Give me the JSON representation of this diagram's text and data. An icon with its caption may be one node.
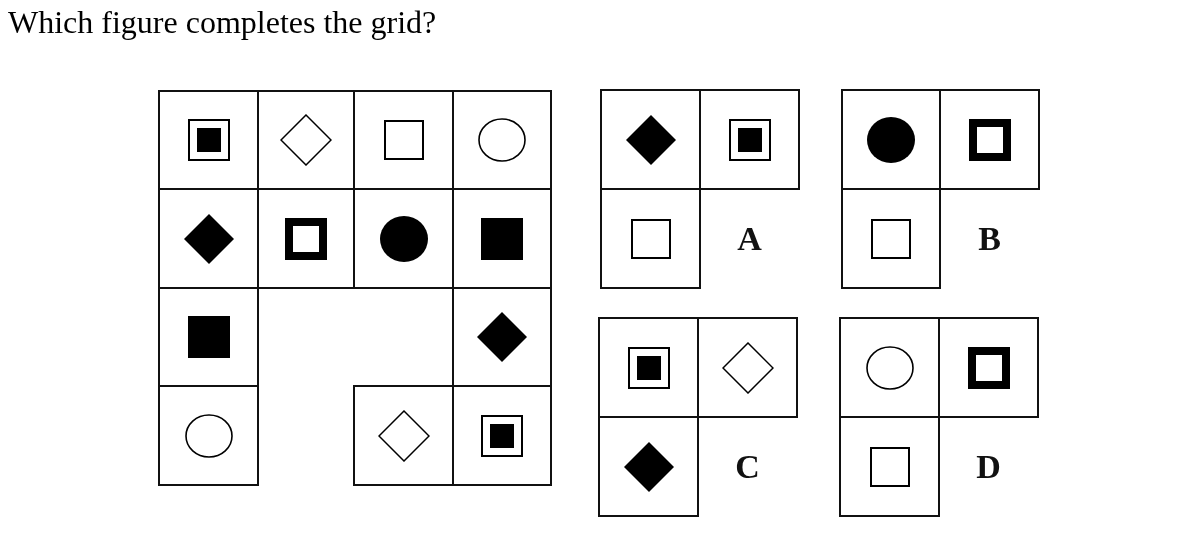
{
  "diagram": {
    "title": "Which figure completes the grid?",
    "labels": [
      "A",
      "B",
      "C",
      "D"
    ]
  }
}
